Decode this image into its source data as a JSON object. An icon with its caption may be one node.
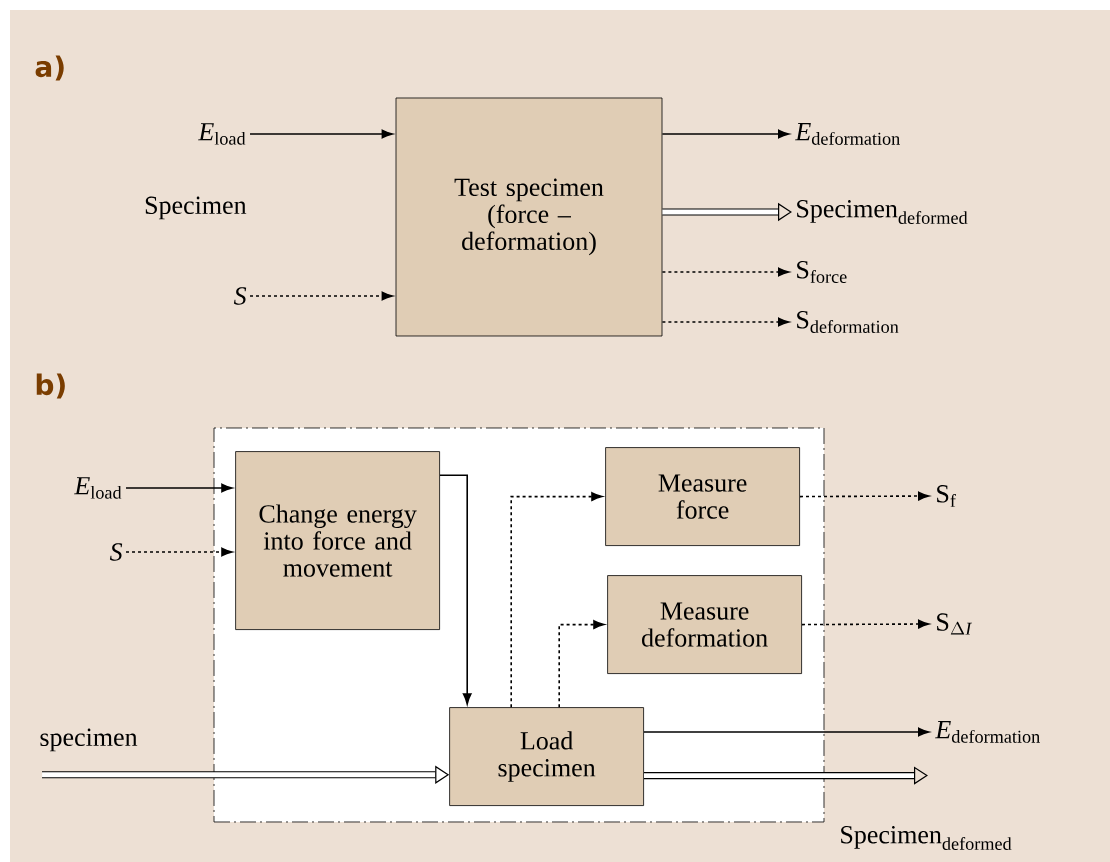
{
  "diagram": {
    "nodes": [
      {
        "text": [
          "\\mathit{E}_{\\mathrm{load}}"
        ]
      },
      {
        "text": [
          "*S*"
        ]
      },
      {
        "text": [
          "Test specimen (force – deformation)"
        ]
      },
      {
        "text": [
          "\\mathit{E}_{\\mathrm{deformation}}"
        ]
      },
      {
        "text": [
          "\\mathrm{Specimen}_{\\mathrm{deformed}}"
        ]
      },
      {
        "text": [
          "\\mathrm{S}_{\\mathrm{force}}"
        ]
      },
      {
        "text": [
          "\\mathrm{S}_{\\mathrm{deformation}}"
        ]
      },
      {
        "text": [],
        "shape": "box"
      },
      {
        "text": [
          "\\mathit{E}_{\\mathrm{load}}"
        ]
      },
      {
        "text": [
          "*S*"
        ]
      },
      {
        "text": [
          "Change energy into force and movement"
        ],
        "in": 7
      },
      {
        "text": [
          "Measure force"
        ],
        "in": 7
      },
      {
        "text": [
          "Measure deformation"
        ],
        "in": 7
      },
      {
        "text": [
          "Load specimen"
        ],
        "in": 7
      },
      {
        "text": [
          "specimen"
        ]
      },
      {
        "text": [
          "\\mathrm{S}_{\\mathrm{f}}"
        ]
      },
      {
        "text": [
          "\\mathrm{S}_{\\Delta \\mathit{I}}"
        ]
      },
      {
        "text": [
          "\\mathit{E}_{\\mathrm{deformation}}"
        ]
      },
      {
        "text": [
          "\\mathrm{Specimen}_{\\mathrm{deformed}}"
        ]
      }
    ],
    "edges": [
      {
        "from": 0,
        "to": 2,
        "arrow": "to"
      },
      {
        "from": 1,
        "to": 2,
        "arrow": "to",
        "style": "dashed"
      },
      {
        "from": 2,
        "to": 3,
        "arrow": "to"
      },
      {
        "from": 2,
        "to": 4,
        "arrow": "to",
        "style": "thick"
      },
      {
        "from": 2,
        "to": 5,
        "arrow": "to",
        "style": "dashed"
      },
      {
        "from": 2,
        "to": 6,
        "arrow": "to",
        "style": "dashed"
      },
      {
        "from": 8,
        "to": 10,
        "arrow": "to"
      },
      {
        "from": 9,
        "to": 10,
        "arrow": "to",
        "style": "dashed"
      },
      {
        "from": 10,
        "to": 13,
        "arrow": "to"
      },
      {
        "from": 13,
        "to": 11,
        "arrow": "to",
        "style": "dashed"
      },
      {
        "from": 13,
        "to": 12,
        "arrow": "to",
        "style": "dashed"
      },
      {
        "from": 11,
        "to": 15,
        "arrow": "to",
        "style": "dashed"
      },
      {
        "from": 12,
        "to": 16,
        "arrow": "to",
        "style": "dashed"
      },
      {
        "from": 14,
        "to": 13,
        "arrow": "to",
        "style": "thick"
      },
      {
        "from": 13,
        "to": 17,
        "arrow": "to"
      },
      {
        "from": 13,
        "to": 18,
        "arrow": "to",
        "style": "thick"
      }
    ],
    "labels": [
      "a)",
      "Specimen",
      "b)"
    ]
  }
}
